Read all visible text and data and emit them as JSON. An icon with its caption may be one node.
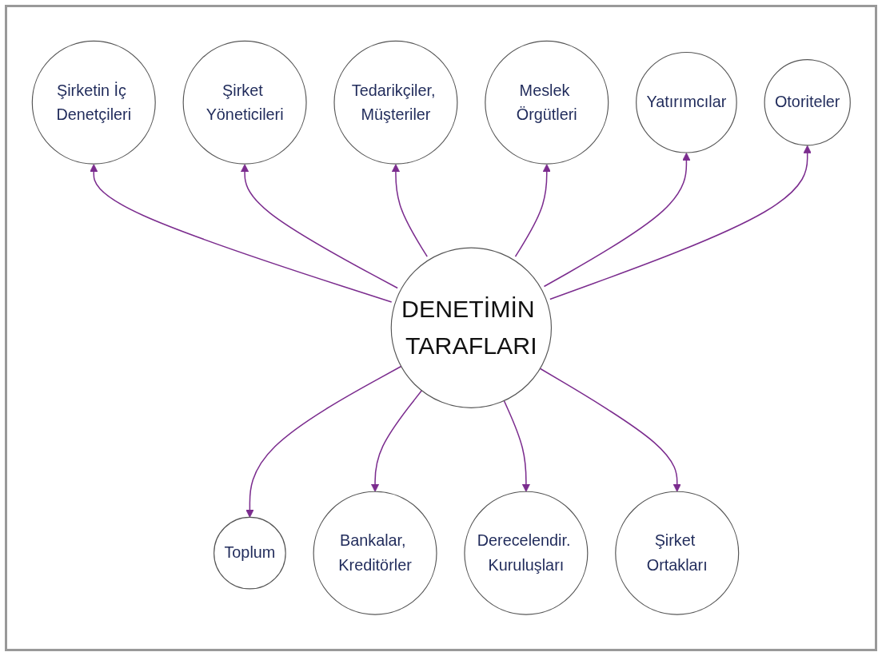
{
  "diagram": {
    "nodes": [
      {
        "text": [
          "Şirketin İç Denetçileri"
        ]
      },
      {
        "text": [
          "Şirket Yöneticileri"
        ]
      },
      {
        "text": [
          "Tedarikçiler, Müşteriler"
        ]
      },
      {
        "text": [
          "Meslek Örgütleri"
        ]
      },
      {
        "text": [
          "Yatırımcılar"
        ]
      },
      {
        "text": [
          "Otoriteler"
        ]
      },
      {
        "text": [
          "DENETİMİN TARAFLARI"
        ]
      },
      {
        "text": [
          "Toplum"
        ]
      },
      {
        "text": [
          "Bankalar, Kreditörler"
        ]
      },
      {
        "text": [
          "Derecelendir. Kuruluşları"
        ]
      },
      {
        "text": [
          "Şirket Ortakları"
        ]
      }
    ],
    "edges": [
      {
        "from": 6,
        "to": 0,
        "arrow": "to"
      },
      {
        "from": 6,
        "to": 1,
        "arrow": "to"
      },
      {
        "from": 6,
        "to": 2,
        "arrow": "to"
      },
      {
        "from": 6,
        "to": 3,
        "arrow": "to"
      },
      {
        "from": 6,
        "to": 4,
        "arrow": "to"
      },
      {
        "from": 6,
        "to": 5,
        "arrow": "to"
      },
      {
        "from": 6,
        "to": 7,
        "arrow": "to"
      },
      {
        "from": 6,
        "to": 8,
        "arrow": "to"
      },
      {
        "from": 6,
        "to": 9,
        "arrow": "to"
      },
      {
        "from": 6,
        "to": 10,
        "arrow": "to"
      }
    ]
  }
}
